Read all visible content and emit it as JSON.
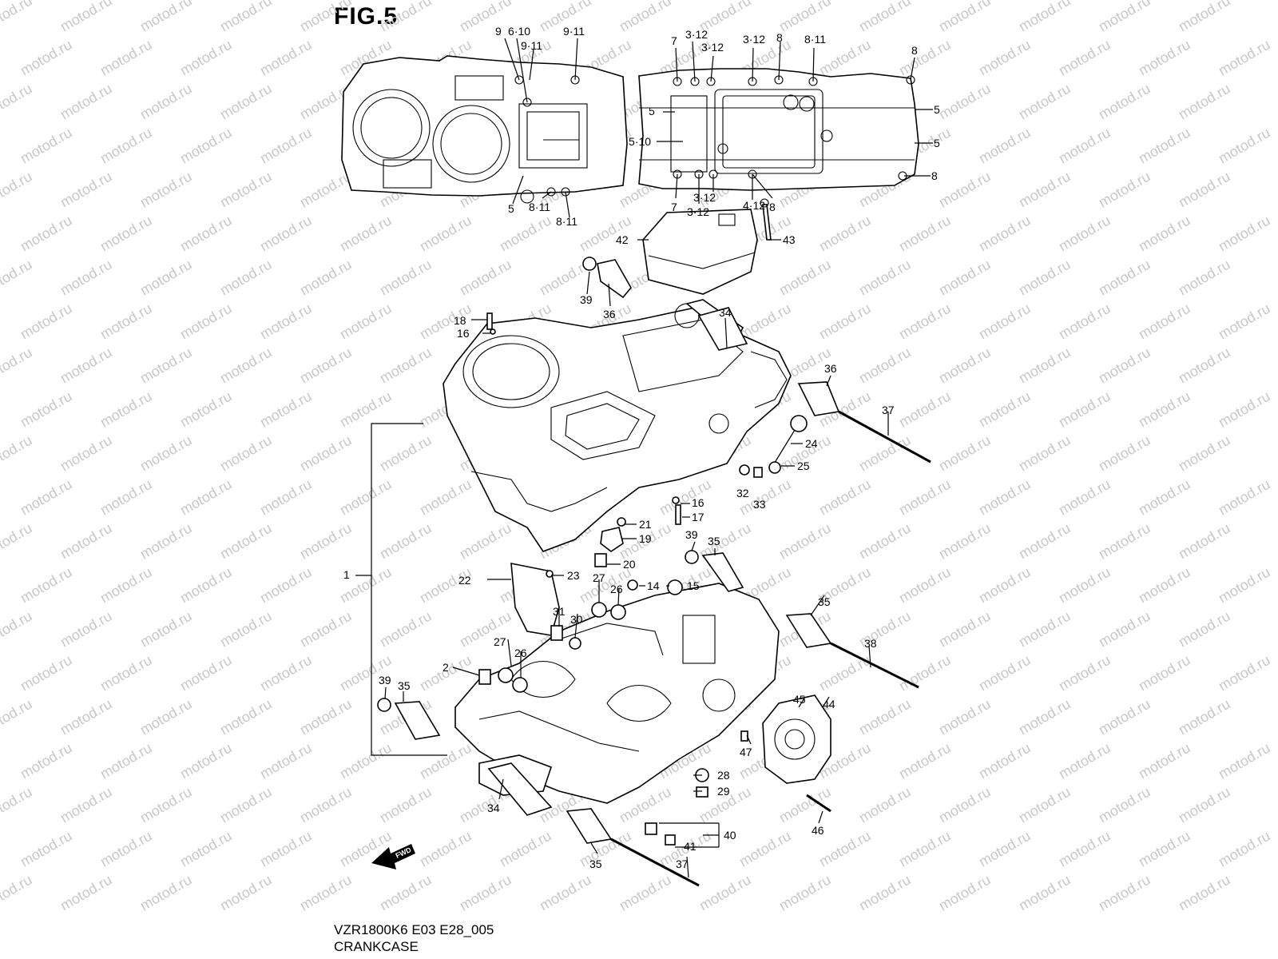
{
  "figure": {
    "title": "FIG.5",
    "model_code": "VZR1800K6 E03 E28_005",
    "name": "CRANKCASE"
  },
  "watermark": "motod.ru",
  "fwd_label": "FWD",
  "callouts": [
    {
      "id": "c1",
      "text": "9"
    },
    {
      "id": "c2",
      "text": "6·10"
    },
    {
      "id": "c3",
      "text": "9·11"
    },
    {
      "id": "c4",
      "text": "9·11"
    },
    {
      "id": "c5",
      "text": "5"
    },
    {
      "id": "c6",
      "text": "8·11"
    },
    {
      "id": "c7",
      "text": "8·11"
    },
    {
      "id": "c8",
      "text": "7"
    },
    {
      "id": "c9",
      "text": "3·12"
    },
    {
      "id": "c10",
      "text": "3·12"
    },
    {
      "id": "c11",
      "text": "3·12"
    },
    {
      "id": "c12",
      "text": "8"
    },
    {
      "id": "c13",
      "text": "8·11"
    },
    {
      "id": "c14",
      "text": "8"
    },
    {
      "id": "c15",
      "text": "5"
    },
    {
      "id": "c16",
      "text": "5"
    },
    {
      "id": "c17",
      "text": "5·10"
    },
    {
      "id": "c18",
      "text": "5"
    },
    {
      "id": "c19",
      "text": "8"
    },
    {
      "id": "c20",
      "text": "7"
    },
    {
      "id": "c21",
      "text": "3·12"
    },
    {
      "id": "c22",
      "text": "3·12"
    },
    {
      "id": "c23",
      "text": "4·12"
    },
    {
      "id": "c24",
      "text": "8"
    },
    {
      "id": "c25",
      "text": "42"
    },
    {
      "id": "c26",
      "text": "43"
    },
    {
      "id": "c27",
      "text": "39"
    },
    {
      "id": "c28",
      "text": "36"
    },
    {
      "id": "c29",
      "text": "34"
    },
    {
      "id": "c30",
      "text": "18"
    },
    {
      "id": "c31",
      "text": "16"
    },
    {
      "id": "c32",
      "text": "36"
    },
    {
      "id": "c33",
      "text": "37"
    },
    {
      "id": "c34",
      "text": "24"
    },
    {
      "id": "c35",
      "text": "25"
    },
    {
      "id": "c36",
      "text": "32"
    },
    {
      "id": "c37",
      "text": "33"
    },
    {
      "id": "c38",
      "text": "16"
    },
    {
      "id": "c39",
      "text": "17"
    },
    {
      "id": "c40",
      "text": "21"
    },
    {
      "id": "c41",
      "text": "19"
    },
    {
      "id": "c42",
      "text": "39"
    },
    {
      "id": "c43",
      "text": "35"
    },
    {
      "id": "c44",
      "text": "20"
    },
    {
      "id": "c45",
      "text": "1"
    },
    {
      "id": "c46",
      "text": "22"
    },
    {
      "id": "c47",
      "text": "23"
    },
    {
      "id": "c48",
      "text": "27"
    },
    {
      "id": "c49",
      "text": "26"
    },
    {
      "id": "c50",
      "text": "14"
    },
    {
      "id": "c51",
      "text": "15"
    },
    {
      "id": "c52",
      "text": "31"
    },
    {
      "id": "c53",
      "text": "30"
    },
    {
      "id": "c54",
      "text": "35"
    },
    {
      "id": "c55",
      "text": "38"
    },
    {
      "id": "c56",
      "text": "27"
    },
    {
      "id": "c57",
      "text": "26"
    },
    {
      "id": "c58",
      "text": "2"
    },
    {
      "id": "c59",
      "text": "39"
    },
    {
      "id": "c60",
      "text": "35"
    },
    {
      "id": "c61",
      "text": "45"
    },
    {
      "id": "c62",
      "text": "44"
    },
    {
      "id": "c63",
      "text": "47"
    },
    {
      "id": "c64",
      "text": "28"
    },
    {
      "id": "c65",
      "text": "29"
    },
    {
      "id": "c66",
      "text": "34"
    },
    {
      "id": "c67",
      "text": "46"
    },
    {
      "id": "c68",
      "text": "40"
    },
    {
      "id": "c69",
      "text": "41"
    },
    {
      "id": "c70",
      "text": "35"
    },
    {
      "id": "c71",
      "text": "37"
    }
  ]
}
